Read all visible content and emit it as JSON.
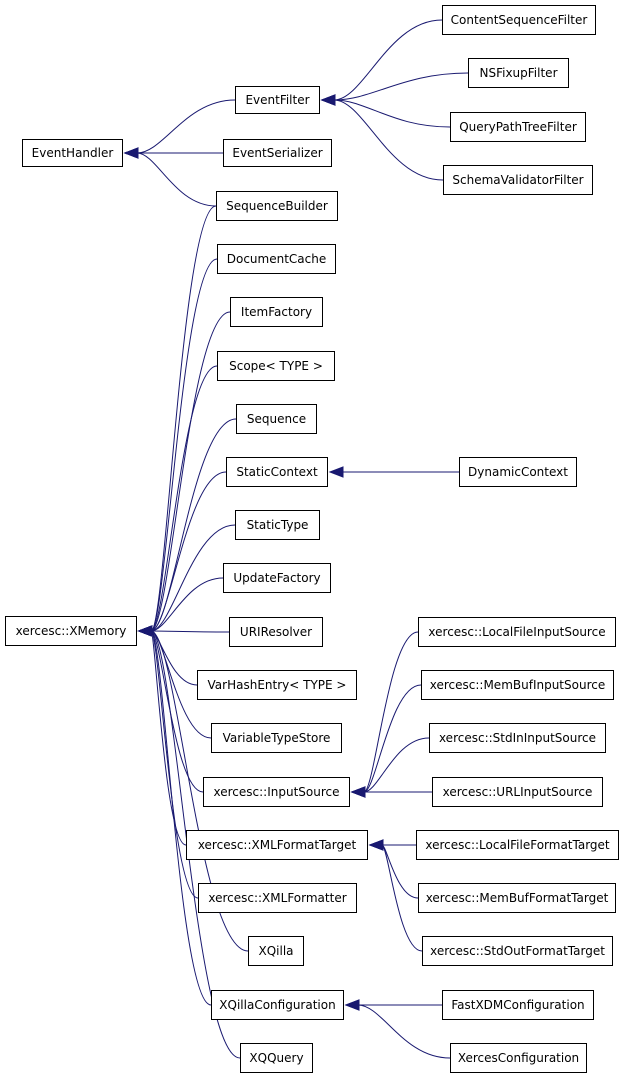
{
  "diagram": {
    "nodes": {
      "event_handler": "EventHandler",
      "event_filter": "EventFilter",
      "event_serializer": "EventSerializer",
      "content_sequence_filter": "ContentSequenceFilter",
      "nsfixup_filter": "NSFixupFilter",
      "query_path_tree_filter": "QueryPathTreeFilter",
      "schema_validator_filter": "SchemaValidatorFilter",
      "sequence_builder": "SequenceBuilder",
      "document_cache": "DocumentCache",
      "item_factory": "ItemFactory",
      "scope_type": "Scope< TYPE >",
      "sequence": "Sequence",
      "static_context": "StaticContext",
      "dynamic_context": "DynamicContext",
      "static_type": "StaticType",
      "update_factory": "UpdateFactory",
      "xmemory": "xercesc::XMemory",
      "uri_resolver": "URIResolver",
      "var_hash_entry": "VarHashEntry< TYPE >",
      "variable_type_store": "VariableTypeStore",
      "input_source": "xercesc::InputSource",
      "local_file_input_source": "xercesc::LocalFileInputSource",
      "mem_buf_input_source": "xercesc::MemBufInputSource",
      "std_in_input_source": "xercesc::StdInInputSource",
      "url_input_source": "xercesc::URLInputSource",
      "xml_format_target": "xercesc::XMLFormatTarget",
      "local_file_format_target": "xercesc::LocalFileFormatTarget",
      "mem_buf_format_target": "xercesc::MemBufFormatTarget",
      "std_out_format_target": "xercesc::StdOutFormatTarget",
      "xml_formatter": "xercesc::XMLFormatter",
      "xqilla": "XQilla",
      "xqilla_configuration": "XQillaConfiguration",
      "fast_xdm_configuration": "FastXDMConfiguration",
      "xerces_configuration": "XercesConfiguration",
      "xqquery": "XQQuery"
    },
    "edges": [
      [
        "content_sequence_filter",
        "event_filter"
      ],
      [
        "nsfixup_filter",
        "event_filter"
      ],
      [
        "query_path_tree_filter",
        "event_filter"
      ],
      [
        "schema_validator_filter",
        "event_filter"
      ],
      [
        "event_filter",
        "event_handler"
      ],
      [
        "event_serializer",
        "event_handler"
      ],
      [
        "sequence_builder",
        "event_handler"
      ],
      [
        "sequence_builder",
        "xmemory"
      ],
      [
        "document_cache",
        "xmemory"
      ],
      [
        "item_factory",
        "xmemory"
      ],
      [
        "scope_type",
        "xmemory"
      ],
      [
        "sequence",
        "xmemory"
      ],
      [
        "static_context",
        "xmemory"
      ],
      [
        "dynamic_context",
        "static_context"
      ],
      [
        "static_type",
        "xmemory"
      ],
      [
        "update_factory",
        "xmemory"
      ],
      [
        "uri_resolver",
        "xmemory"
      ],
      [
        "var_hash_entry",
        "xmemory"
      ],
      [
        "variable_type_store",
        "xmemory"
      ],
      [
        "input_source",
        "xmemory"
      ],
      [
        "local_file_input_source",
        "input_source"
      ],
      [
        "mem_buf_input_source",
        "input_source"
      ],
      [
        "std_in_input_source",
        "input_source"
      ],
      [
        "url_input_source",
        "input_source"
      ],
      [
        "xml_format_target",
        "xmemory"
      ],
      [
        "local_file_format_target",
        "xml_format_target"
      ],
      [
        "mem_buf_format_target",
        "xml_format_target"
      ],
      [
        "std_out_format_target",
        "xml_format_target"
      ],
      [
        "xml_formatter",
        "xmemory"
      ],
      [
        "xqilla",
        "xmemory"
      ],
      [
        "xqilla_configuration",
        "xmemory"
      ],
      [
        "fast_xdm_configuration",
        "xqilla_configuration"
      ],
      [
        "xerces_configuration",
        "xqilla_configuration"
      ],
      [
        "xqquery",
        "xmemory"
      ]
    ],
    "colors": {
      "edge": "#191970",
      "border": "#000000",
      "background": "#ffffff"
    }
  }
}
